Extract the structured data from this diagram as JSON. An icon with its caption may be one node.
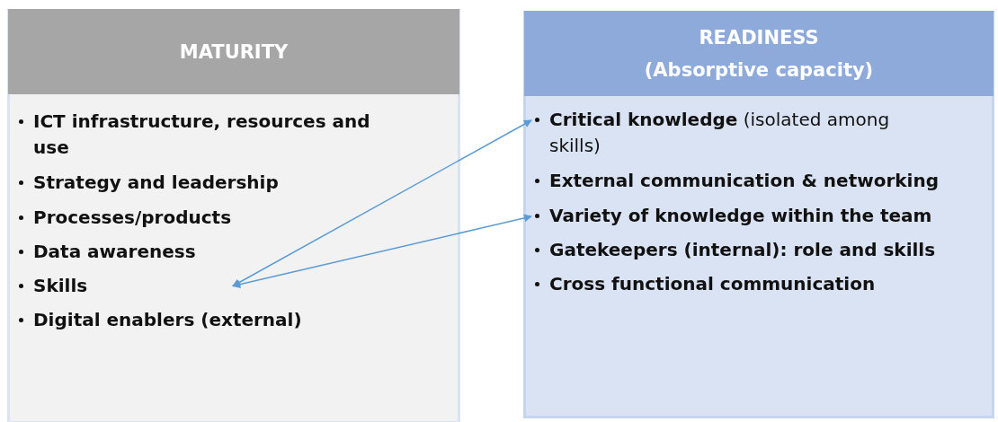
{
  "diagram": {
    "nodes": [
      {
        "text": [
          "MATURITY"
        ]
      },
      {
        "text": [
          "ICT infrastructure, resources and use"
        ],
        "in": 0
      },
      {
        "text": [
          "Strategy and leadership"
        ],
        "in": 0
      },
      {
        "text": [
          "Processes/products"
        ],
        "in": 0
      },
      {
        "text": [
          "Data awareness"
        ],
        "in": 0
      },
      {
        "text": [
          "Skills"
        ],
        "in": 0
      },
      {
        "text": [
          "Digital enablers (external)"
        ],
        "in": 0
      },
      {
        "text": [
          "READINESS",
          "(Absorptive capacity)"
        ]
      },
      {
        "text": [
          "**Critical knowledge** (isolated among skills)"
        ],
        "in": 7
      },
      {
        "text": [
          "External communication & networking"
        ],
        "in": 7
      },
      {
        "text": [
          "Variety of knowledge within the team"
        ],
        "in": 7
      },
      {
        "text": [
          "Gatekeepers (internal): role and skills"
        ],
        "in": 7
      },
      {
        "text": [
          "Cross functional communication"
        ],
        "in": 7
      }
    ],
    "edges": [
      {
        "from": 5,
        "to": 8,
        "arrow": "both"
      },
      {
        "from": 5,
        "to": 10,
        "arrow": "both"
      }
    ]
  }
}
